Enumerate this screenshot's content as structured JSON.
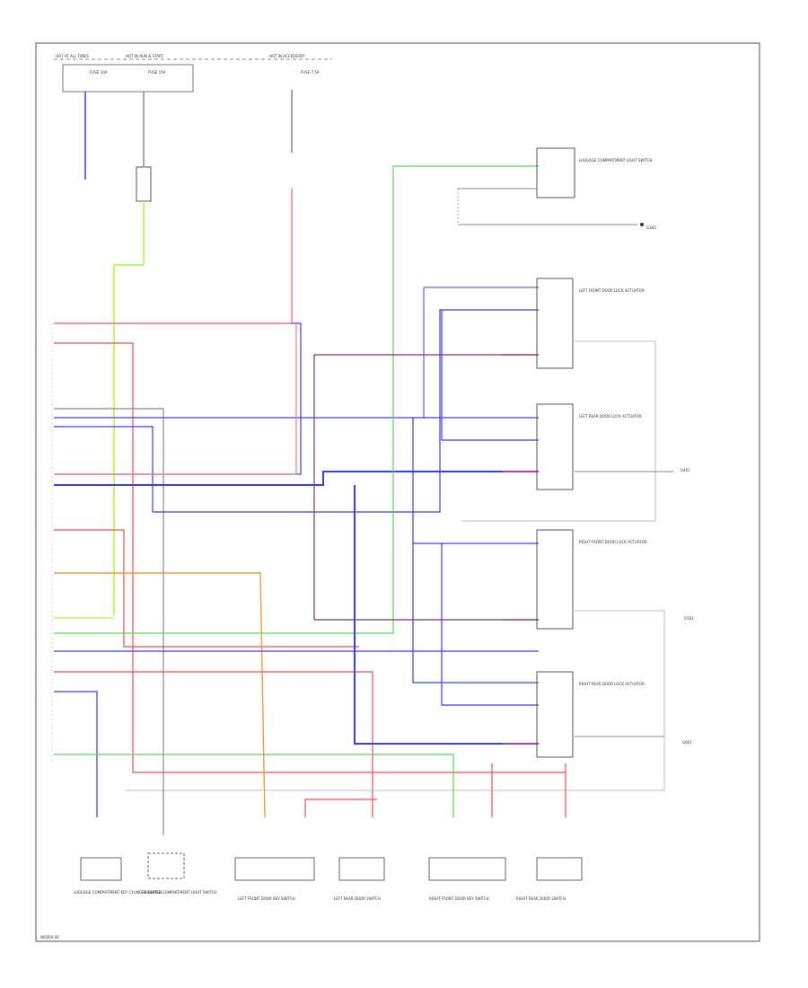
{
  "diagram": {
    "footer_code": "W0000-00",
    "top_labels": {
      "fuse_box_left": "HOT AT ALL TIMES",
      "fuse_box_mid": "HOT IN RUN & START",
      "fuse_box_right": "HOT IN ACCESSORY",
      "fuse_a": "FUSE 10A",
      "fuse_b": "FUSE 15A",
      "fuse_c": "FUSE 7.5A"
    },
    "components": {
      "luggage_switch": "LUGGAGE COMPARTMENT LIGHT SWITCH",
      "door_switch_lf": "LEFT FRONT DOOR LOCK ACTUATOR",
      "door_switch_lr": "LEFT REAR DOOR LOCK ACTUATOR",
      "door_switch_rf": "RIGHT FRONT DOOR LOCK ACTUATOR",
      "door_switch_rr": "RIGHT REAR DOOR LOCK ACTUATOR",
      "ground_1": "G301",
      "ground_2": "G401",
      "ground_3": "G501",
      "ground_4": "G601"
    },
    "bottom_components": [
      "LUGGAGE COMPARTMENT KEY CYLINDER SWITCH",
      "LUGGAGE COMPARTMENT LIGHT SWITCH",
      "LEFT FRONT DOOR KEY SWITCH",
      "LEFT REAR DOOR SWITCH",
      "RIGHT FRONT DOOR KEY SWITCH",
      "RIGHT REAR DOOR SWITCH"
    ],
    "colors": {
      "blue": "#3b3bff",
      "red": "#ff4a4a",
      "pink": "#ff7a7a",
      "green": "#57d957",
      "lime": "#aaff33",
      "purple": "#883366",
      "orange": "#ff9933",
      "gray": "#888888"
    }
  }
}
